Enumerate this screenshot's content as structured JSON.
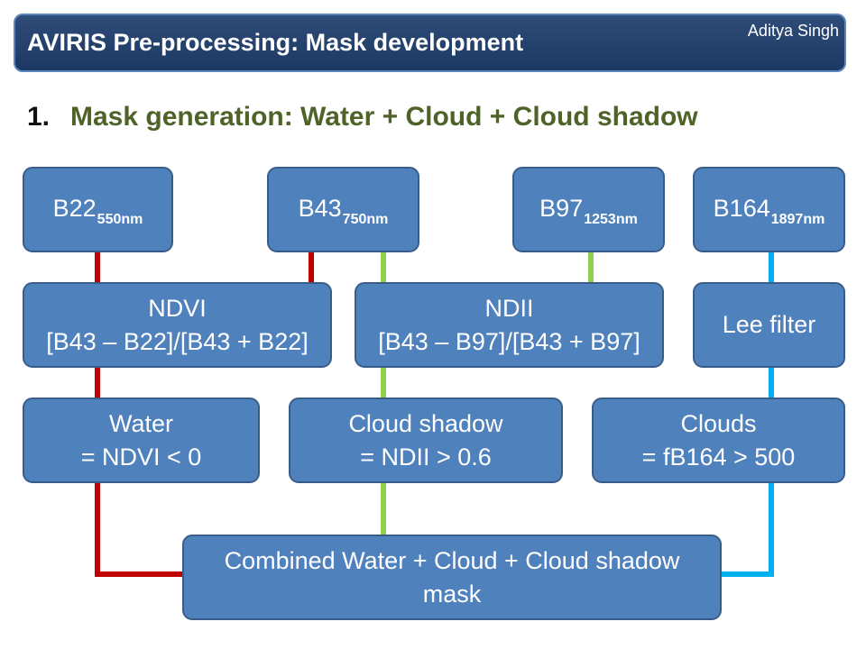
{
  "header": {
    "title": "AVIRIS Pre-processing: Mask development",
    "author": "Aditya Singh"
  },
  "heading": {
    "number": "1.",
    "text": "Mask generation: Water + Cloud + Cloud shadow"
  },
  "flowchart": {
    "bands": [
      {
        "label": "B22",
        "wavelength": "550nm"
      },
      {
        "label": "B43",
        "wavelength": "750nm"
      },
      {
        "label": "B97",
        "wavelength": "1253nm"
      },
      {
        "label": "B164",
        "wavelength": "1897nm"
      }
    ],
    "ndvi": {
      "name": "NDVI",
      "formula": "[B43 – B22]/[B43 + B22]"
    },
    "ndii": {
      "name": "NDII",
      "formula": "[B43 – B97]/[B43 + B97]"
    },
    "lee_filter": {
      "name": "Lee filter"
    },
    "water": {
      "name": "Water",
      "rule": "= NDVI < 0"
    },
    "cloud_shadow": {
      "name": "Cloud shadow",
      "rule": "= NDII > 0.6"
    },
    "clouds": {
      "name": "Clouds",
      "rule": "= fB164 > 500"
    },
    "combined": {
      "lines": [
        "Combined Water + Cloud + Cloud shadow",
        "mask"
      ]
    }
  },
  "colors": {
    "title_bar": "#1F3F6E",
    "heading_text": "#4F6228",
    "box_fill": "#4F81BD",
    "box_border": "#385D8A",
    "water_path": "#C00000",
    "cloud_shadow_path": "#92D050",
    "clouds_path": "#00B0F0"
  }
}
